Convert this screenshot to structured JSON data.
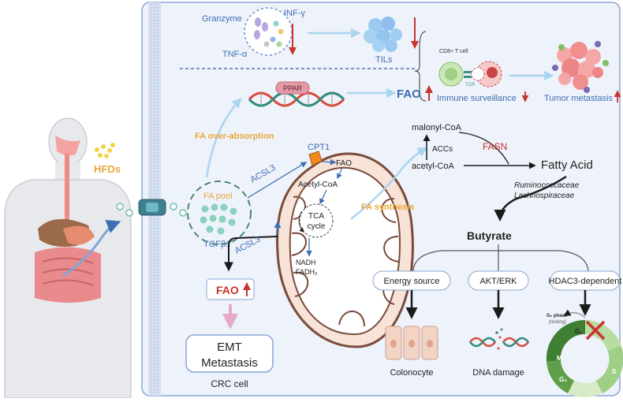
{
  "labels": {
    "hfds": "HFDs",
    "granzyme": "Granzyme",
    "inf_gamma": "INF-γ",
    "tnf_alpha": "TNF-α",
    "tils": "TILs",
    "cd8_t_cell": "CD8+ T cell",
    "tcr": "TCR",
    "immune_surveillance": "Immune surveillance",
    "tumor_metastasis": "Tumor metastasis",
    "ppar": "PPAR",
    "fao": "FAO",
    "fa_over_absorption": "FA over-absorption",
    "cpt1": "CPT1",
    "acsl3": "ACSL3",
    "fa_pool": "FA pool",
    "tgfb1": "TGFβ1",
    "acetyl_coa_mito": "Acetyl-CoA",
    "tca_cycle_1": "TCA",
    "tca_cycle_2": "cycle",
    "nadh": "NADH",
    "fadh2": "FADH₂",
    "fa_synthesis": "FA synthesis",
    "malonyl_coa": "malonyl-CoA",
    "accs": "ACCs",
    "acetyl_coa": "acetyl-CoA",
    "fasn": "FASN",
    "fatty_acid": "Fatty Acid",
    "ruminococcaceae": "Ruminococcaceae",
    "lachnospiraceae": "Lachnospiraceae",
    "butyrate": "Butyrate",
    "energy_source": "Energy source",
    "akt_erk": "AKT/ERK",
    "hdac3": "HDAC3-dependent",
    "colonocyte": "Colonocyte",
    "dna_damage": "DNA damage",
    "g0_phase": "G₀ phase",
    "resting": "(resting)",
    "g1": "G₁",
    "s": "S",
    "g2": "G₂",
    "m": "M",
    "emt": "EMT",
    "metastasis": "Metastasis",
    "crc_cell": "CRC cell"
  },
  "colors": {
    "panel_bg": "#eef2fa",
    "panel_border": "#8aa5d4",
    "membrane": "#b9c9e6",
    "mito_outer": "#f7e3d8",
    "mito_stroke": "#7a4b3a",
    "fa_teal": "#6fc3ad",
    "arrow_light": "#a9d6ee",
    "accent_red": "#c8352f",
    "label_blue": "#3f6fb3",
    "label_orange": "#e9a83a",
    "pink_arrow": "#e7a9c8"
  }
}
